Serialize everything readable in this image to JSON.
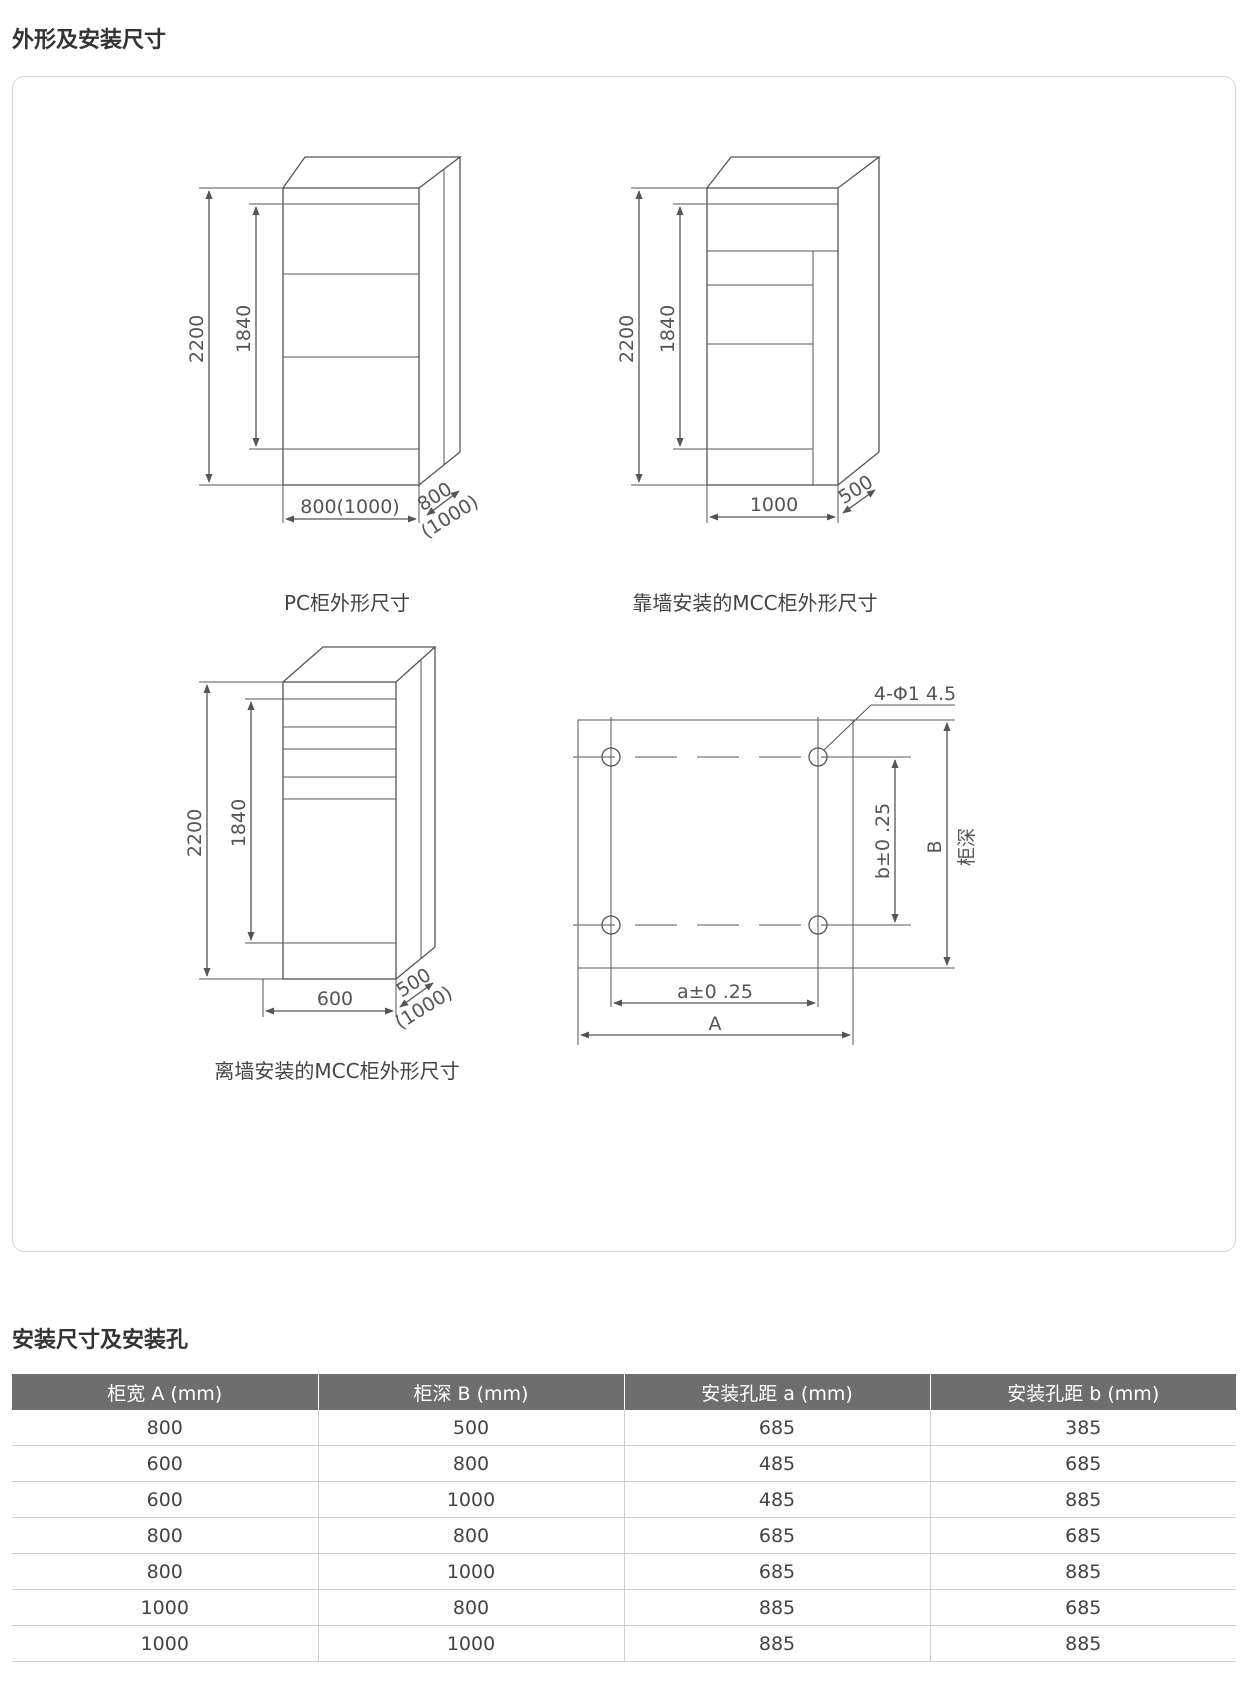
{
  "section1": {
    "title": "外形及安装尺寸"
  },
  "figures": {
    "pc": {
      "caption": "PC柜外形尺寸",
      "height_total": "2200",
      "height_inner": "1840",
      "width": "800(1000)",
      "depth": "800",
      "depth_alt": "(1000)"
    },
    "mcc_wall": {
      "caption": "靠墙安装的MCC柜外形尺寸",
      "height_total": "2200",
      "height_inner": "1840",
      "width": "1000",
      "depth": "500"
    },
    "mcc_free": {
      "caption": "离墙安装的MCC柜外形尺寸",
      "height_total": "2200",
      "height_inner": "1840",
      "width": "600",
      "depth": "500",
      "depth_alt": "(1000)"
    },
    "holes": {
      "hole_label": "4-Φ1 4.5",
      "b_label": "b±0 .25",
      "B_label": "B",
      "depth_label": "柜深",
      "a_label": "a±0 .25",
      "A_label": "A"
    }
  },
  "section2": {
    "title": "安装尺寸及安装孔"
  },
  "table": {
    "headers": [
      "柜宽 A (mm)",
      "柜深 B (mm)",
      "安装孔距 a (mm)",
      "安装孔距 b (mm)"
    ],
    "rows": [
      [
        "800",
        "500",
        "685",
        "385"
      ],
      [
        "600",
        "800",
        "485",
        "685"
      ],
      [
        "600",
        "1000",
        "485",
        "885"
      ],
      [
        "800",
        "800",
        "685",
        "685"
      ],
      [
        "800",
        "1000",
        "685",
        "885"
      ],
      [
        "1000",
        "800",
        "885",
        "685"
      ],
      [
        "1000",
        "1000",
        "885",
        "885"
      ]
    ]
  }
}
